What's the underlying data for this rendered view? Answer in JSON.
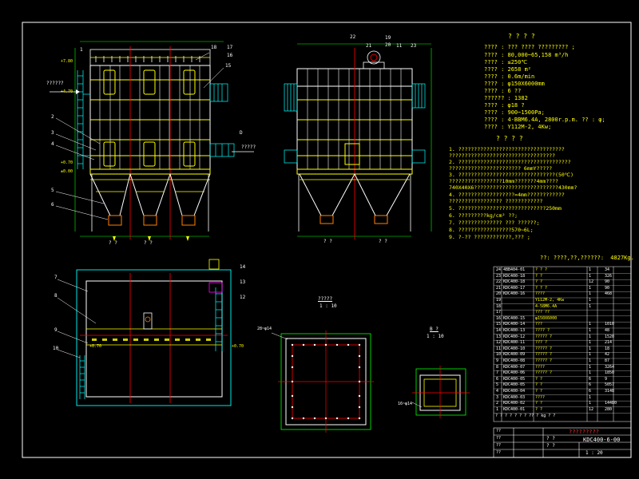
{
  "spec": {
    "title": "? ? ? ?",
    "lines": [
      "???? : ??? ???? ?????????  ;",
      "???? : 80,000~65,158 m³/h",
      "???? :          ≤250℃",
      "???? : 2658 m²",
      "???? : 0.6m/min",
      "???? : φ150X6000mm",
      "???? : 6 ??",
      "?????? :   1382",
      "???? :   φ18 ?",
      "???? : 900~1500Pa;",
      "???? :  4-BBM6.4A,  2800r.p.m. ?? : φ;",
      "???? : Y112M-2,  4Kw;"
    ]
  },
  "notes": {
    "title": "? ? ? ?",
    "lines": [
      "1.  ??????????????????????????????????",
      "     ??????????????????????????????????",
      "2.  ????????????????????????????????????",
      "     ??????????????????????? 6mmY?????",
      "3.  ???????????????????????????????(50℃)",
      "     ?????????????????10mm???????4mm????",
      "     740X40X6???????????????????????????430mm?",
      "4.  ??????????????????=4mm????????????",
      "     ????????????????? ????????????",
      "5.  ????????????????????????????250mm",
      "6.  ?????????kg/cm² ??;",
      "7.  ?????????????? ??? ??????;",
      "8.  ?????????????????570~6L;",
      "9.  ?-?? ????????????,??? ;"
    ]
  },
  "weight": {
    "label": "??: ????,??,??????:",
    "value": "4827Kg."
  },
  "bom": {
    "rows": [
      {
        "no": "24",
        "code": "4BB404-01",
        "name": "? ? ?",
        "qty": "1",
        "wt": "34"
      },
      {
        "no": "23",
        "code": "KDC400-18",
        "name": "? ?",
        "qty": "1",
        "wt": "326"
      },
      {
        "no": "22",
        "code": "KDC400-18",
        "name": "? ?",
        "qty": "12",
        "wt": "90"
      },
      {
        "no": "21",
        "code": "KDC400-17",
        "name": "? ? ?",
        "qty": "1",
        "wt": "90"
      },
      {
        "no": "20",
        "code": "KDC400-16",
        "name": "????",
        "qty": "1",
        "wt": "468"
      },
      {
        "no": "19",
        "code": "",
        "name": "Y112M-2, 4Kw",
        "qty": "1",
        "wt": ""
      },
      {
        "no": "18",
        "code": "",
        "name": "4-58M6.4A",
        "qty": "1",
        "wt": ""
      },
      {
        "no": "17",
        "code": "",
        "name": "??? ??",
        "qty": "",
        "wt": ""
      },
      {
        "no": "16",
        "code": "KDC400-15",
        "name": "φ150X6000",
        "qty": "",
        "wt": ""
      },
      {
        "no": "15",
        "code": "KDC400-14",
        "name": "???",
        "qty": "1",
        "wt": "1010"
      },
      {
        "no": "14",
        "code": "KDC400-13",
        "name": "???? ?",
        "qty": "1",
        "wt": "48"
      },
      {
        "no": "13",
        "code": "KDC400-12",
        "name": "????? ?",
        "qty": "1",
        "wt": "1520"
      },
      {
        "no": "12",
        "code": "KDC400-11",
        "name": "??? ?",
        "qty": "1",
        "wt": "214"
      },
      {
        "no": "11",
        "code": "KDC400-10",
        "name": "????? ?",
        "qty": "1",
        "wt": "18"
      },
      {
        "no": "10",
        "code": "KDC400-09",
        "name": "????? ?",
        "qty": "1",
        "wt": "42"
      },
      {
        "no": "9",
        "code": "KDC400-08",
        "name": "????? ?",
        "qty": "1",
        "wt": "87"
      },
      {
        "no": "8",
        "code": "KDC400-07",
        "name": "????",
        "qty": "1",
        "wt": "3264"
      },
      {
        "no": "7",
        "code": "KDC400-06",
        "name": "????? ?",
        "qty": "1",
        "wt": "1850"
      },
      {
        "no": "6",
        "code": "KDC400-05",
        "name": "? ?",
        "qty": "6",
        "wt": "9"
      },
      {
        "no": "5",
        "code": "KDC400-05",
        "name": "? ?",
        "qty": "6",
        "wt": "5057"
      },
      {
        "no": "4",
        "code": "KDC400-04",
        "name": "? ?",
        "qty": "6",
        "wt": "3148"
      },
      {
        "no": "3",
        "code": "KDC400-03",
        "name": "????",
        "qty": "1",
        "wt": ""
      },
      {
        "no": "2",
        "code": "KDC400-02",
        "name": "? ?",
        "qty": "1",
        "wt": "14480"
      },
      {
        "no": "1",
        "code": "KDC400-01",
        "name": "? ?",
        "qty": "12",
        "wt": "280"
      }
    ],
    "header": "? ?    ?  ?    ?    ?    ?    ??   ? kg   ? ?"
  },
  "title_block": {
    "project": "?????????",
    "drawing_no": "KDC400-6-00",
    "left_rows": [
      "??",
      "??",
      "??",
      "??"
    ],
    "label_a": "? ?",
    "label_b": "? ?",
    "scale": "1 : 20"
  },
  "labels": {
    "front_view_a": "? ?",
    "side_view": "? ?",
    "plan_a": "? ?",
    "section_aa": "?????",
    "section_aa_scale": "1 : 10",
    "section_b": "B ?",
    "section_b_scale": "1 : 10",
    "section_left_tag": "28~φ14",
    "section_b_tag": "16~φ14",
    "inlet": "??????",
    "outlet": "?????",
    "elev_top": "+7.80",
    "elev_mid": "+4.70",
    "elev_low": "+0.70",
    "elev_zero": "±0.00",
    "callout_d": "D",
    "callouts": [
      "1",
      "2",
      "3",
      "4",
      "5",
      "6",
      "7",
      "8",
      "9",
      "10",
      "11",
      "12",
      "13",
      "14",
      "15",
      "16",
      "17",
      "18",
      "19",
      "20",
      "21",
      "22",
      "23"
    ]
  },
  "colors": {
    "background": "#000000",
    "frame": "#ffffff",
    "casing": "#ffff00",
    "centerline": "#ff0000",
    "hopper": "#ffffff",
    "aux": "#00ffff",
    "dim": "#00ff00"
  }
}
